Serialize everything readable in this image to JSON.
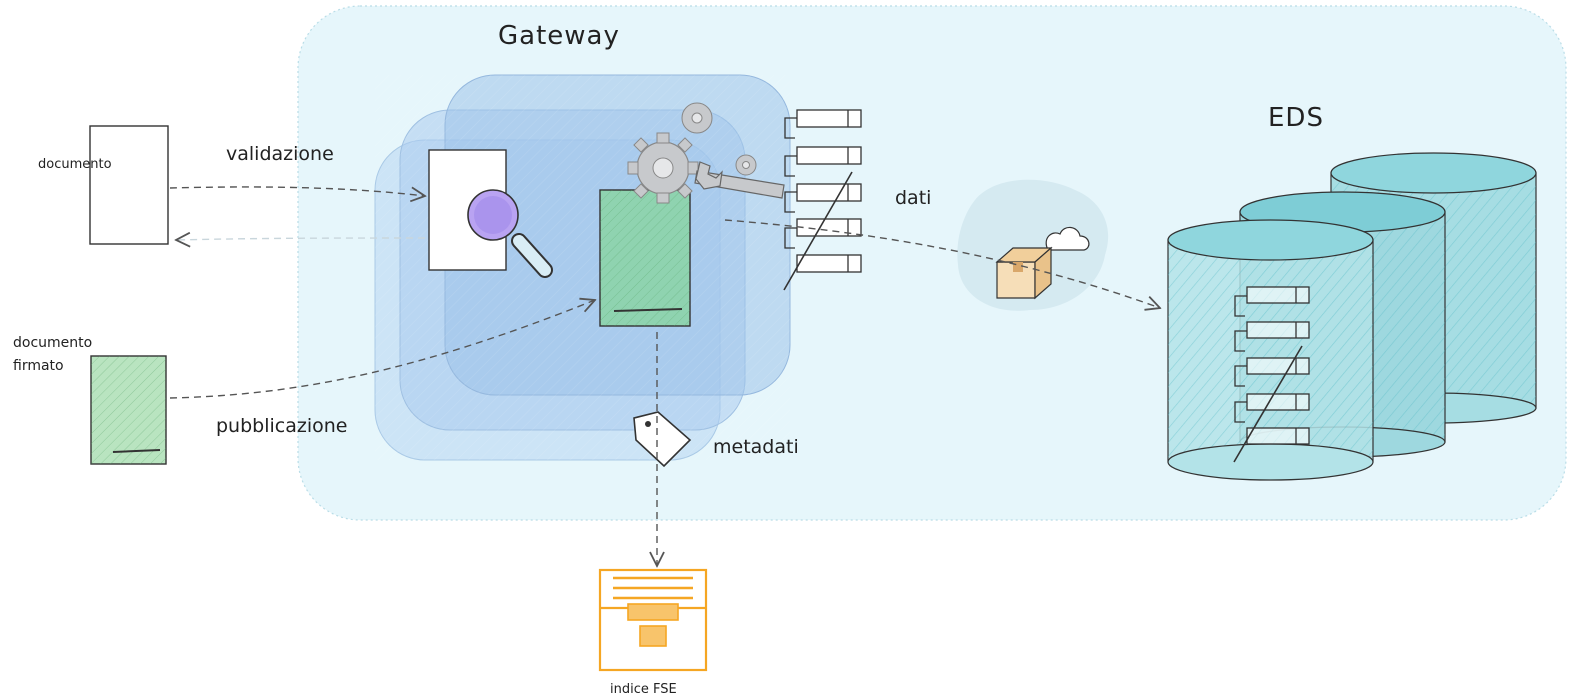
{
  "labels": {
    "gateway": "Gateway",
    "eds": "EDS",
    "documento": "documento",
    "documento_firmato_line1": "documento",
    "documento_firmato_line2": "firmato",
    "validazione": "validazione",
    "pubblicazione": "pubblicazione",
    "dati": "dati",
    "metadati": "metadati",
    "indice_fse": "indice FSE"
  },
  "colors": {
    "gateway_region": "#e6f6fb",
    "gateway_stack": "#b7d6f3",
    "signed_document": "#b9e4c0",
    "signed_document_gateway": "#8fd3b0",
    "magnifier_lens": "#b9a3f2",
    "gear": "#c7c9cc",
    "database": "#8fd6dd",
    "index_archive": "#f5a623",
    "package": "#f6deb8",
    "arrow": "#555555"
  },
  "icons": [
    "gear-icon",
    "wrench-icon",
    "magnifier-icon",
    "tag-icon",
    "cloud-icon",
    "package-icon",
    "archive-icon",
    "database-icon"
  ]
}
